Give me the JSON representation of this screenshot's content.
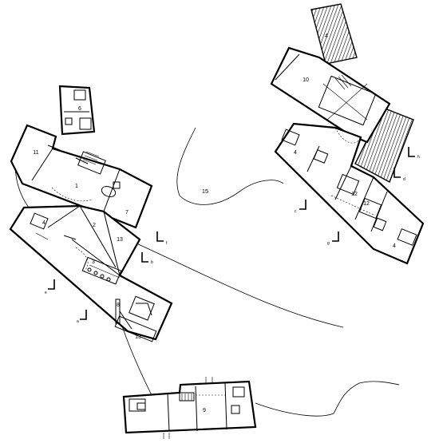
{
  "plan": {
    "room_labels": {
      "r1": "1",
      "r2": "2",
      "r3": "3",
      "r4a": "4",
      "r4b": "4",
      "r4c": "4",
      "r4d": "4",
      "r6": "6",
      "r7": "7",
      "r8": "8",
      "r9": "9",
      "r10": "10",
      "r11": "11",
      "r12a": "12",
      "r12b": "12",
      "r13a": "13",
      "r13b": "13",
      "r15": "15"
    },
    "section_labels": {
      "a": "a",
      "b": "b",
      "c": "c",
      "d": "d",
      "e": "e",
      "f": "f",
      "g": "g",
      "h": "h"
    }
  }
}
